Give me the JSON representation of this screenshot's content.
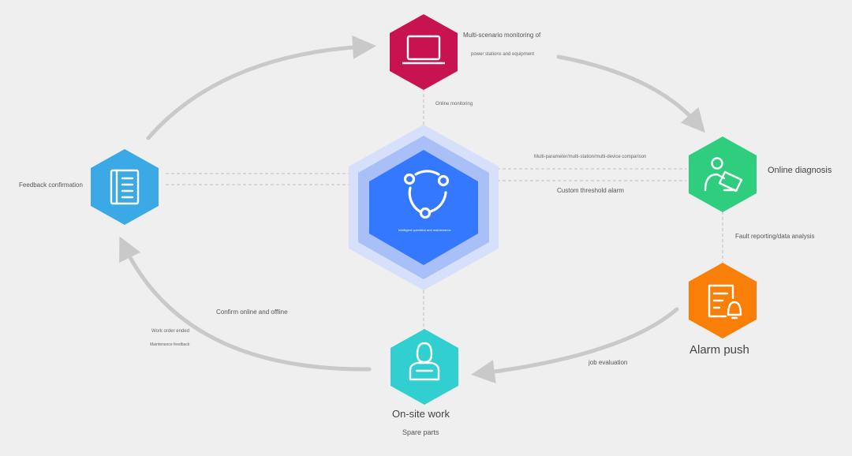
{
  "colors": {
    "background": "#efefef",
    "monitoring": "#c7134f",
    "diagnosis": "#2fcd7e",
    "alarm": "#f97f08",
    "onsite": "#32cfd0",
    "feedback": "#3ba9e6",
    "center": "#3478ff",
    "arrow": "#c9c9c9"
  },
  "center": {
    "icon": "share-nodes-icon",
    "label": "Intelligent operation and maintenance"
  },
  "nodes": {
    "monitoring": {
      "icon": "laptop-icon",
      "label_line1": "Multi-scenario monitoring of",
      "label_line2": "power stations and equipment"
    },
    "diagnosis": {
      "icon": "person-clipboard-icon",
      "label": "Online diagnosis"
    },
    "alarm": {
      "icon": "document-bell-icon",
      "label": "Alarm push"
    },
    "onsite": {
      "icon": "worker-wrench-icon",
      "label": "On-site work",
      "sub_label": "Spare parts"
    },
    "feedback": {
      "icon": "document-list-icon",
      "label": "Feedback confirmation"
    }
  },
  "connector_labels": {
    "online_monitoring": "Online monitoring",
    "comparison": "Multi-parameter/multi-station/multi-device comparison",
    "threshold": "Custom threshold alarm",
    "fault_reporting": "Fault reporting/data analysis",
    "job_evaluation": "job evaluation",
    "confirm_online": "Confirm online and offline",
    "work_order_ended": "Work order ended",
    "maintenance_feedback": "Maintenance feedback"
  }
}
